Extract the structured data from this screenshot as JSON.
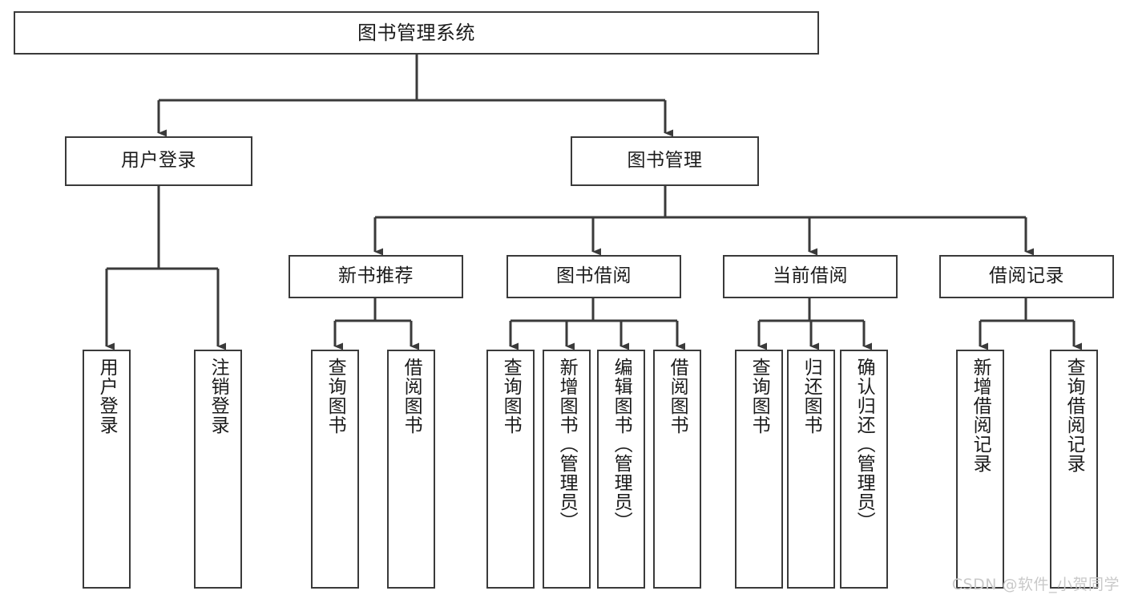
{
  "diagram": {
    "title": "图书管理系统",
    "type": "functional-structure-tree",
    "stroke_color": "#3a3a3a",
    "text_color": "#1b1b1b",
    "background_color": "#ffffff"
  },
  "root": {
    "label": "图书管理系统"
  },
  "level1": [
    {
      "label": "用户登录"
    },
    {
      "label": "图书管理"
    }
  ],
  "level2": [
    {
      "label": "新书推荐"
    },
    {
      "label": "图书借阅"
    },
    {
      "label": "当前借阅"
    },
    {
      "label": "借阅记录"
    }
  ],
  "leaves": {
    "user_login": [
      {
        "label": "用户登录"
      },
      {
        "label": "注销登录"
      }
    ],
    "new_book_recommend": [
      {
        "label": "查询图书"
      },
      {
        "label": "借阅图书"
      }
    ],
    "book_borrow": [
      {
        "label": "查询图书"
      },
      {
        "label": "新增图书（管理员）"
      },
      {
        "label": "编辑图书（管理员）"
      },
      {
        "label": "借阅图书"
      }
    ],
    "current_borrow": [
      {
        "label": "查询图书"
      },
      {
        "label": "归还图书"
      },
      {
        "label": "确认归还（管理员）"
      }
    ],
    "borrow_record": [
      {
        "label": "新增借阅记录"
      },
      {
        "label": "查询借阅记录"
      }
    ]
  },
  "watermark": {
    "text": "CSDN @软件_小贺同学"
  }
}
